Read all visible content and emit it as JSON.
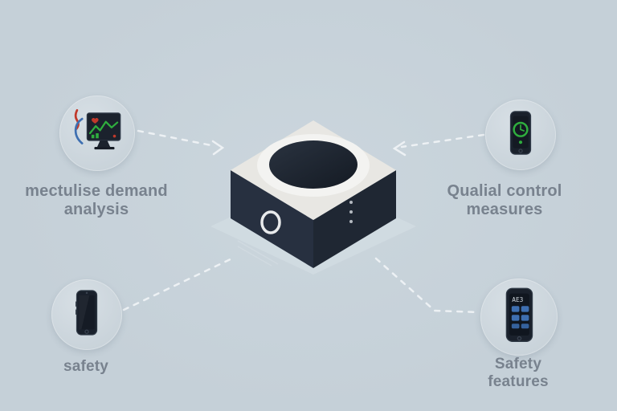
{
  "background": "#c5d0d8",
  "colors": {
    "bg": "#c5d0d8",
    "node_fill": "#cfd8df",
    "label": "#78828e",
    "cube_top": "#e8e7e3",
    "cube_left": "#273040",
    "cube_right": "#1f2733",
    "cube_lens": "#1c232e",
    "connector": "#edf1f4",
    "accent_green": "#2fae3e",
    "accent_blue": "#3e6fb1",
    "accent_red": "#c0392b"
  },
  "nodes": {
    "top_left": {
      "line1": "mectulise demand",
      "line2": "analysis"
    },
    "top_right": {
      "line1": "Qualial control",
      "line2": "measures"
    },
    "bottom_left": {
      "line1": "safety",
      "line2": ""
    },
    "bottom_right": {
      "line1": "Safety",
      "line2": "features",
      "screen_text": "AE3"
    }
  }
}
